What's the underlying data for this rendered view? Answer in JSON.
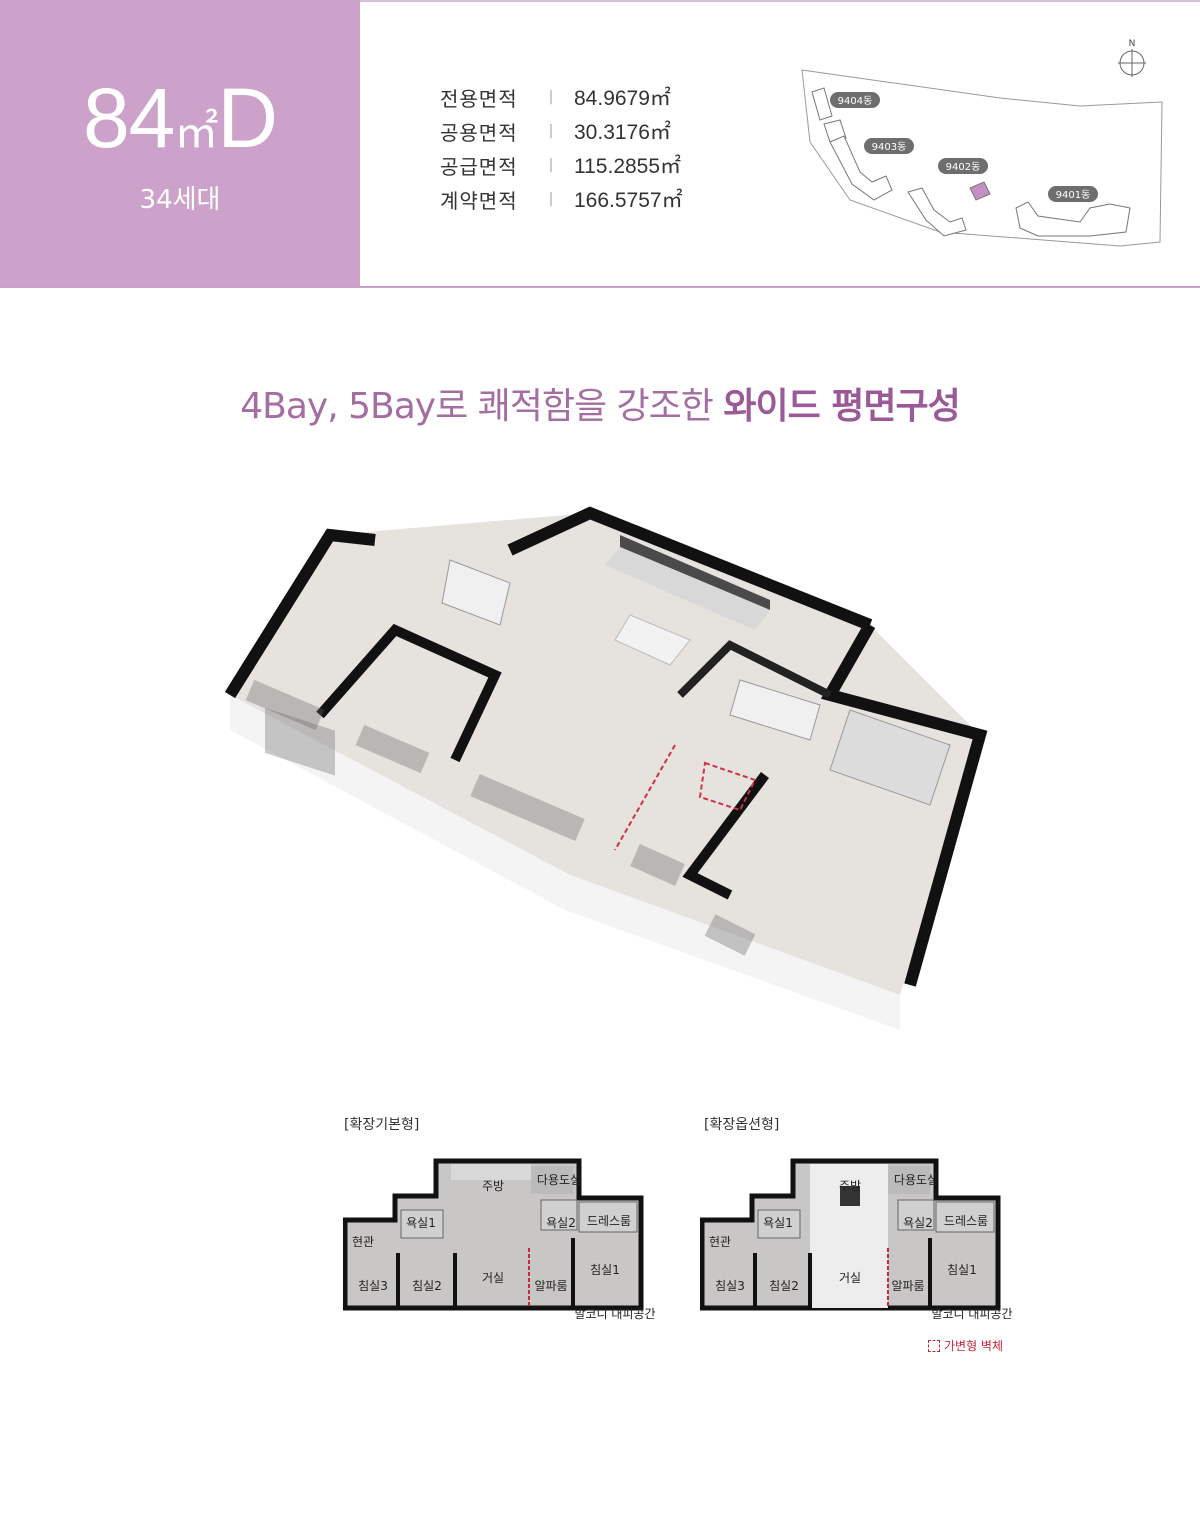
{
  "unit_type": {
    "number": "84",
    "unit": "㎡",
    "suffix": "D",
    "households": "34세대"
  },
  "areas": [
    {
      "label": "전용면적",
      "value": "84.9679㎡"
    },
    {
      "label": "공용면적",
      "value": "30.3176㎡"
    },
    {
      "label": "공급면적",
      "value": "115.2855㎡"
    },
    {
      "label": "계약면적",
      "value": "166.5757㎡"
    }
  ],
  "site_plan": {
    "north": "N",
    "buildings": [
      "9404동",
      "9403동",
      "9402동",
      "9401동"
    ],
    "highlight_color": "#c58fc4"
  },
  "headline": {
    "normal": "4Bay, 5Bay로 쾌적함을 강조한 ",
    "bold": "와이드 평면구성"
  },
  "plans": [
    {
      "title": "[확장기본형]",
      "rooms": [
        "주방",
        "다용도실",
        "욕실1",
        "욕실2",
        "드레스룸",
        "현관",
        "거실",
        "침실1",
        "침실2",
        "침실3",
        "알파룸",
        "발코니 대피공간"
      ]
    },
    {
      "title": "[확장옵션형]",
      "rooms": [
        "주방",
        "다용도실",
        "욕실1",
        "욕실2",
        "드레스룸",
        "현관",
        "거실",
        "침실1",
        "침실2",
        "침실3",
        "알파룸",
        "발코니 대피공간"
      ]
    }
  ],
  "legend": {
    "label": "가변형 벽체",
    "color": "#c6283c"
  },
  "colors": {
    "accent": "#cca2ca",
    "headline": "#a56ea3"
  }
}
